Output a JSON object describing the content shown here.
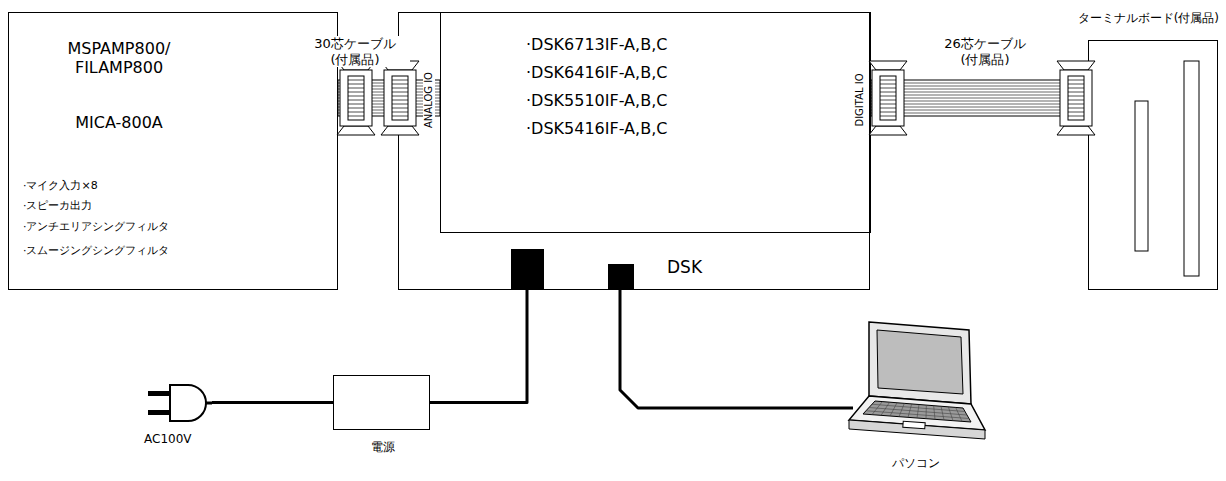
{
  "diagram": {
    "nodes": [
      {
        "text": [
          "MSPAMP800/ FILAMP800",
          "MICA-800A",
          "·マイク入力×8",
          "·スピーカ出力",
          "·アンチエリアシングフィルタ",
          "·スムージングシングフィルタ"
        ]
      },
      {
        "text": [
          "DSK"
        ]
      },
      {
        "text": [
          "·DSK6713IF-A,B,C",
          "·DSK6416IF-A,B,C",
          "·DSK5510IF-A,B,C",
          "·DSK5416IF-A,B,C"
        ],
        "in": 1
      },
      {
        "text": [
          "ターミナルボード(付属品)"
        ]
      },
      {
        "text": [
          "AC100V"
        ]
      },
      {
        "text": [
          "電源"
        ]
      },
      {
        "text": [
          "パソコン"
        ]
      }
    ],
    "edges": [
      {
        "from": 0,
        "to": 2,
        "arrow": "none",
        "label": "30芯ケーブル (付属品)"
      },
      {
        "from": 2,
        "to": 3,
        "arrow": "none",
        "label": "26芯ケーブル (付属品)"
      },
      {
        "from": 4,
        "to": 5,
        "arrow": "none"
      },
      {
        "from": 5,
        "to": 1,
        "arrow": "none"
      },
      {
        "from": 1,
        "to": 6,
        "arrow": "none"
      }
    ],
    "labels": [
      "ANALOG IO",
      "DIGITAL IO"
    ]
  }
}
